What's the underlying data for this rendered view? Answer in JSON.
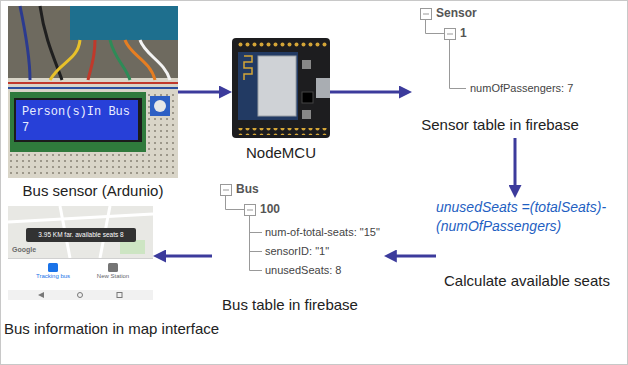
{
  "diagram": {
    "nodes": [
      {
        "text": [
          "Bus sensor (Ardunio)"
        ]
      },
      {
        "text": [
          "Person(s)In Bus",
          "7"
        ],
        "in": 0
      },
      {
        "text": [
          "NodeMCU"
        ]
      },
      {
        "text": [
          "Sensor",
          "1",
          "numOfPassengers: 7",
          "Sensor table in firebase"
        ]
      },
      {
        "text": [
          "unusedSeats =(totalSeats)-(numOfPassengers)",
          "Calculate available seats"
        ]
      },
      {
        "text": [
          "Bus",
          "100",
          "num-of-total-seats: \"15\"",
          "sensorID: \"1\"",
          "unusedSeats: 8",
          "Bus table in firebase"
        ]
      },
      {
        "text": [
          "3.95 KM far. available seats 8",
          "Google",
          "Tracking bus",
          "New Station",
          "Bus information in map interface"
        ]
      }
    ],
    "edges": [
      {
        "from": 0,
        "to": 2,
        "arrow": "to"
      },
      {
        "from": 2,
        "to": 3,
        "arrow": "to"
      },
      {
        "from": 3,
        "to": 4,
        "arrow": "to"
      },
      {
        "from": 4,
        "to": 5,
        "arrow": "to"
      },
      {
        "from": 5,
        "to": 6,
        "arrow": "to"
      }
    ]
  }
}
